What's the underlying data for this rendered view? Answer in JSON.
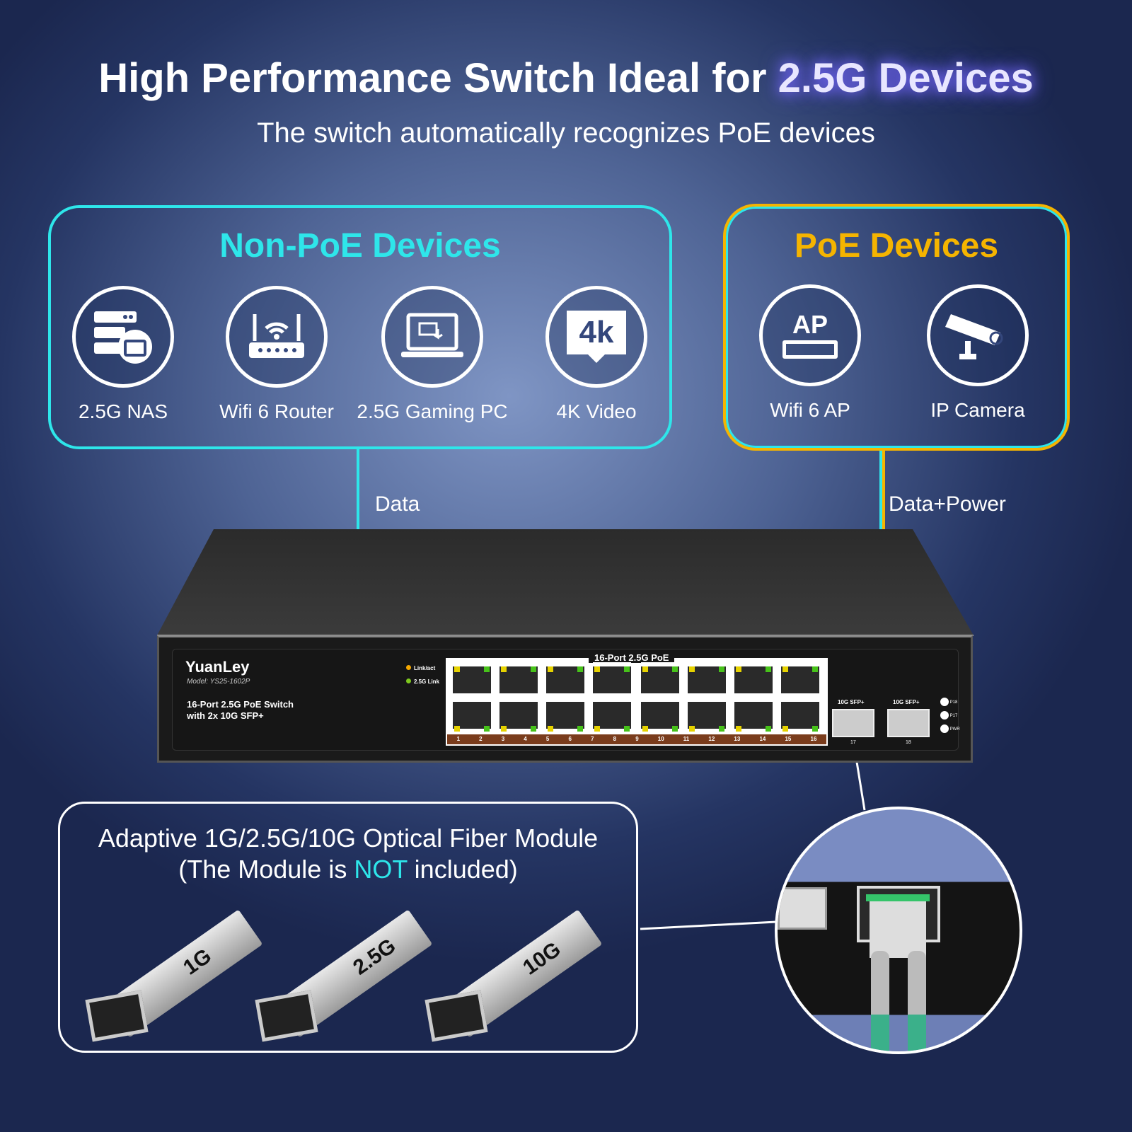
{
  "header": {
    "title_main": "High Performance Switch Ideal for ",
    "title_highlight": "2.5G Devices",
    "subtitle": "The switch automatically recognizes PoE devices"
  },
  "non_poe": {
    "title": "Non-PoE Devices",
    "color": "#2ee6ea",
    "devices": [
      {
        "label": "2.5G NAS",
        "icon": "nas-server-icon"
      },
      {
        "label": "Wifi 6 Router",
        "icon": "router-icon"
      },
      {
        "label": "2.5G Gaming PC",
        "icon": "laptop-icon"
      },
      {
        "label": "4K Video",
        "icon": "4k-monitor-icon",
        "icon_text": "4k"
      }
    ]
  },
  "poe": {
    "title": "PoE Devices",
    "color": "#f5b400",
    "devices": [
      {
        "label": "Wifi 6 AP",
        "icon": "access-point-icon",
        "icon_text": "AP"
      },
      {
        "label": "IP Camera",
        "icon": "security-camera-icon"
      }
    ]
  },
  "connections": {
    "data": "Data",
    "data_power": "Data+Power"
  },
  "switch": {
    "brand": "YuanLey",
    "model": "Model: YS25-1602P",
    "description_1": "16-Port 2.5G PoE Switch",
    "description_2": "with 2x 10G SFP+",
    "led_legend": [
      {
        "label": "Link/act",
        "color": "#f5a800"
      },
      {
        "label": "2.5G Link",
        "color": "#7ec81e"
      }
    ],
    "port_group_label": "16-Port 2.5G PoE",
    "port_numbers": [
      "1",
      "2",
      "3",
      "4",
      "5",
      "6",
      "7",
      "8",
      "9",
      "10",
      "11",
      "12",
      "13",
      "14",
      "15",
      "16"
    ],
    "sfp_label": "10G SFP+",
    "sfp_numbers": [
      "17",
      "18"
    ],
    "status_leds": [
      "P18",
      "P17",
      "PWR"
    ]
  },
  "modules": {
    "line1": "Adaptive 1G/2.5G/10G Optical Fiber Module",
    "line2_a": "(The Module is ",
    "line2_not": "NOT",
    "line2_b": " included)",
    "items": [
      {
        "label": "1G"
      },
      {
        "label": "2.5G"
      },
      {
        "label": "10G"
      }
    ]
  }
}
